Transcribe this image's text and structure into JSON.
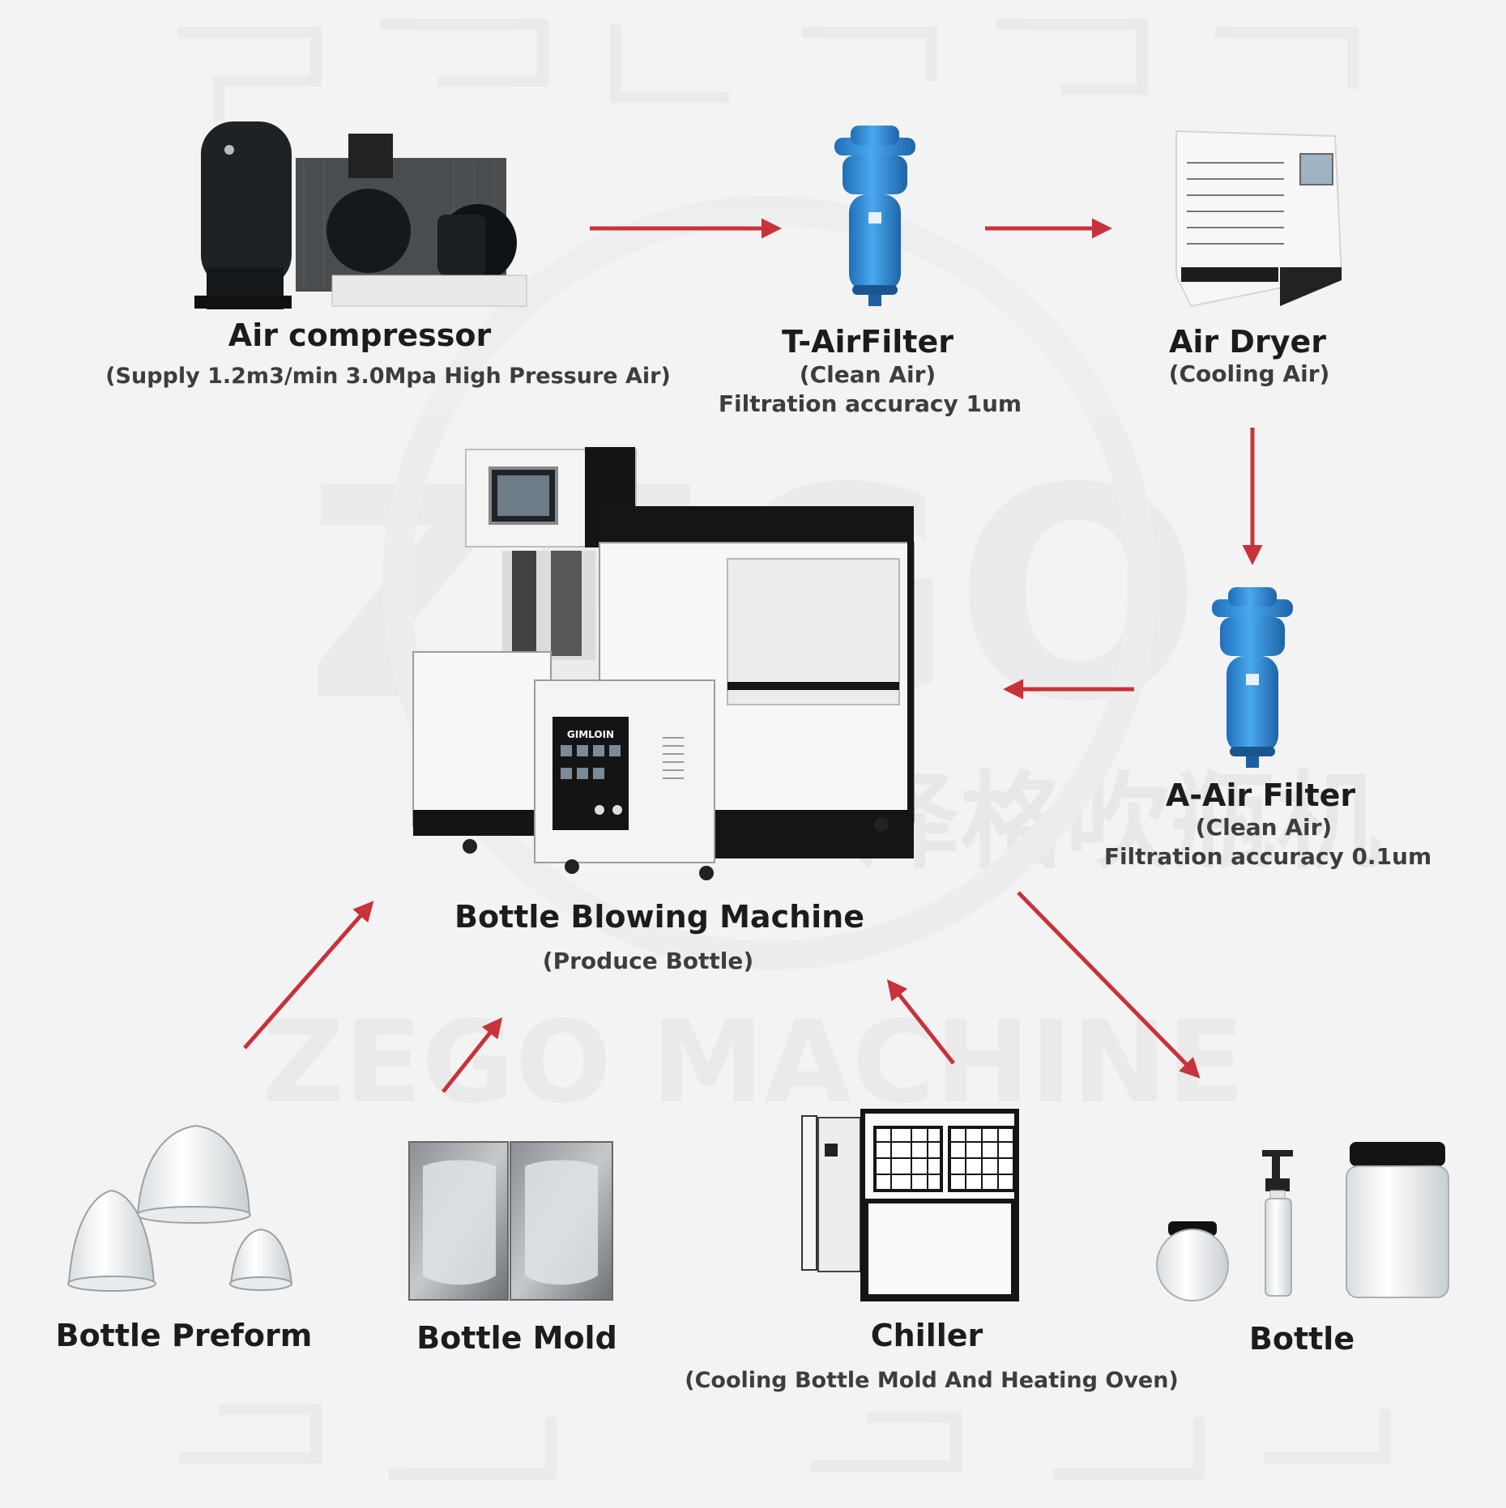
{
  "colors": {
    "arrow": "#c8323a",
    "background": "#f3f3f3",
    "filter_blue": "#2f8fd8",
    "text": "#1c1c1c"
  },
  "watermark": {
    "brand": "ZEGO MACHINE",
    "cn_text": "泽格吹瓶机"
  },
  "nodes": {
    "air_compressor": {
      "title": "Air compressor",
      "subtitle": "(Supply 1.2m3/min 3.0Mpa High Pressure Air)",
      "icon": "air-compressor-icon"
    },
    "t_air_filter": {
      "title": "T-AirFilter",
      "subtitle": "(Clean Air)",
      "detail": "Filtration accuracy 1um",
      "icon": "air-filter-icon"
    },
    "air_dryer": {
      "title": "Air Dryer",
      "subtitle": "(Cooling Air)",
      "icon": "air-dryer-icon"
    },
    "a_air_filter": {
      "title": "A-Air Filter",
      "subtitle": "(Clean Air)",
      "detail": "Filtration accuracy 0.1um",
      "icon": "air-filter-icon"
    },
    "bottle_blowing_machine": {
      "title": "Bottle Blowing Machine",
      "subtitle": "(Produce Bottle)",
      "panel_brand": "GIMLOIN",
      "icon": "blowing-machine-icon"
    },
    "bottle_preform": {
      "title": "Bottle Preform",
      "icon": "preform-icon"
    },
    "bottle_mold": {
      "title": "Bottle Mold",
      "icon": "mold-icon"
    },
    "chiller": {
      "title": "Chiller",
      "subtitle": "(Cooling Bottle Mold And Heating Oven)",
      "icon": "chiller-icon"
    },
    "bottle": {
      "title": "Bottle",
      "icon": "bottle-icon"
    }
  },
  "edges": [
    {
      "from": "Air compressor",
      "to": "T-AirFilter"
    },
    {
      "from": "T-AirFilter",
      "to": "Air Dryer"
    },
    {
      "from": "Air Dryer",
      "to": "A-Air Filter"
    },
    {
      "from": "A-Air Filter",
      "to": "Bottle Blowing Machine"
    },
    {
      "from": "Bottle Preform",
      "to": "Bottle Blowing Machine"
    },
    {
      "from": "Bottle Mold",
      "to": "Bottle Blowing Machine"
    },
    {
      "from": "Chiller",
      "to": "Bottle Blowing Machine"
    },
    {
      "from": "Bottle Blowing Machine",
      "to": "Bottle"
    }
  ]
}
